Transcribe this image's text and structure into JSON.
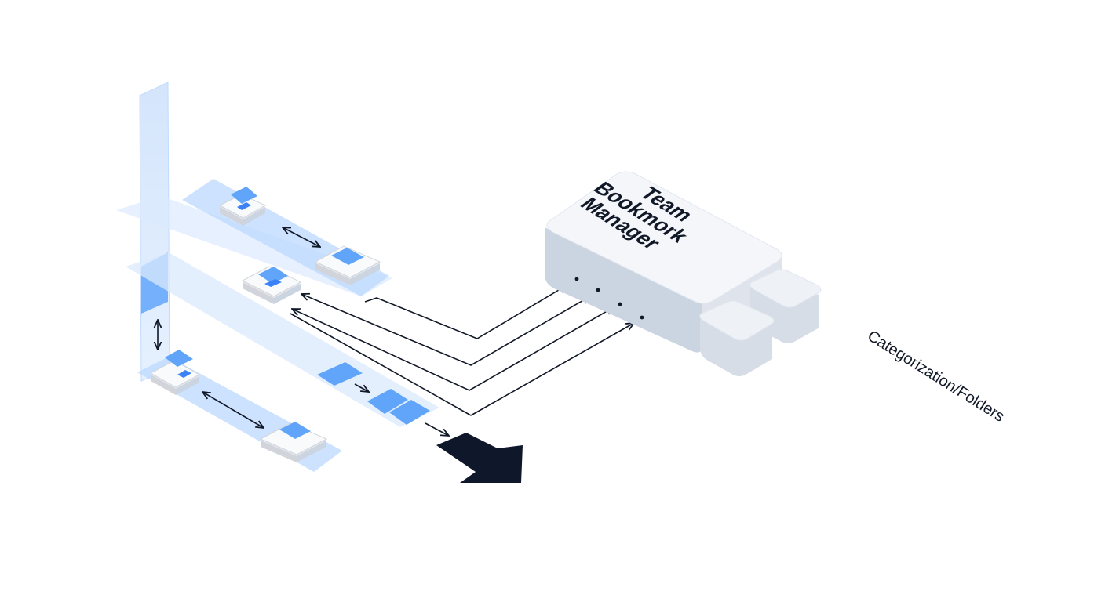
{
  "hub": {
    "title_lines": [
      "Team",
      "Bookmork",
      "Manager"
    ]
  },
  "side_label": "Categorization/Folders",
  "colors": {
    "panel": "#bfdbfe",
    "panel_light": "#dbeafe",
    "tile_fill": "#60a5fa",
    "tile_card": "#f1f5f9",
    "hub_top": "#f4f6f9",
    "hub_side": "#e2e8f0",
    "hub_front": "#cbd5e1",
    "ink": "#111827",
    "big_arrow": "#0f172a"
  },
  "icons": [
    "bookmark-tile-icon",
    "double-arrow-icon",
    "connector-arrow-icon",
    "output-arrow-icon",
    "port-dot-icon"
  ]
}
